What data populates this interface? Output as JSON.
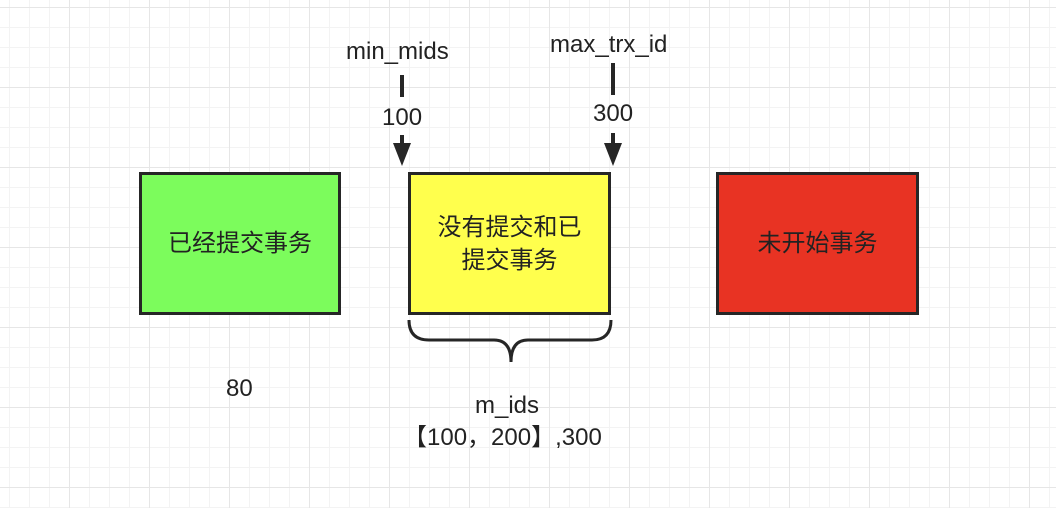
{
  "labels": {
    "min_label": "min_mids",
    "min_value": "100",
    "max_label": "max_trx_id",
    "max_value": "300",
    "left_value": "80",
    "m_ids_label": "m_ids",
    "m_ids_value": "【100，200】,300"
  },
  "boxes": [
    {
      "text": "已经提交事务",
      "color": "#7cfc5c"
    },
    {
      "text": "没有提交和已\n提交事务",
      "color": "#ffff4d"
    },
    {
      "text": "未开始事务",
      "color": "#e83323"
    }
  ]
}
